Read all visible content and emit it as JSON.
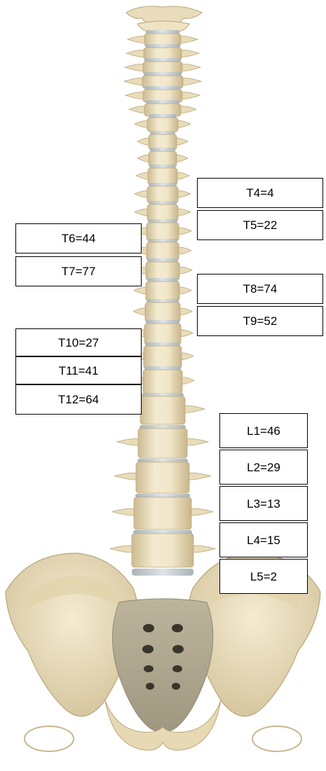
{
  "colors": {
    "bone": "#efe4c6",
    "bone_shadow": "#cdbb92",
    "disc": "#c9d1d4",
    "label_border": "#000000",
    "background": "#ffffff"
  },
  "labels": [
    {
      "id": "T4",
      "text": "T4=4"
    },
    {
      "id": "T5",
      "text": "T5=22"
    },
    {
      "id": "T6",
      "text": "T6=44"
    },
    {
      "id": "T7",
      "text": "T7=77"
    },
    {
      "id": "T8",
      "text": "T8=74"
    },
    {
      "id": "T9",
      "text": "T9=52"
    },
    {
      "id": "T10",
      "text": "T10=27"
    },
    {
      "id": "T11",
      "text": "T11=41"
    },
    {
      "id": "T12",
      "text": "T12=64"
    },
    {
      "id": "L1",
      "text": "L1=46"
    },
    {
      "id": "L2",
      "text": "L2=29"
    },
    {
      "id": "L3",
      "text": "L3=13"
    },
    {
      "id": "L4",
      "text": "L4=15"
    },
    {
      "id": "L5",
      "text": "L5=2"
    }
  ]
}
